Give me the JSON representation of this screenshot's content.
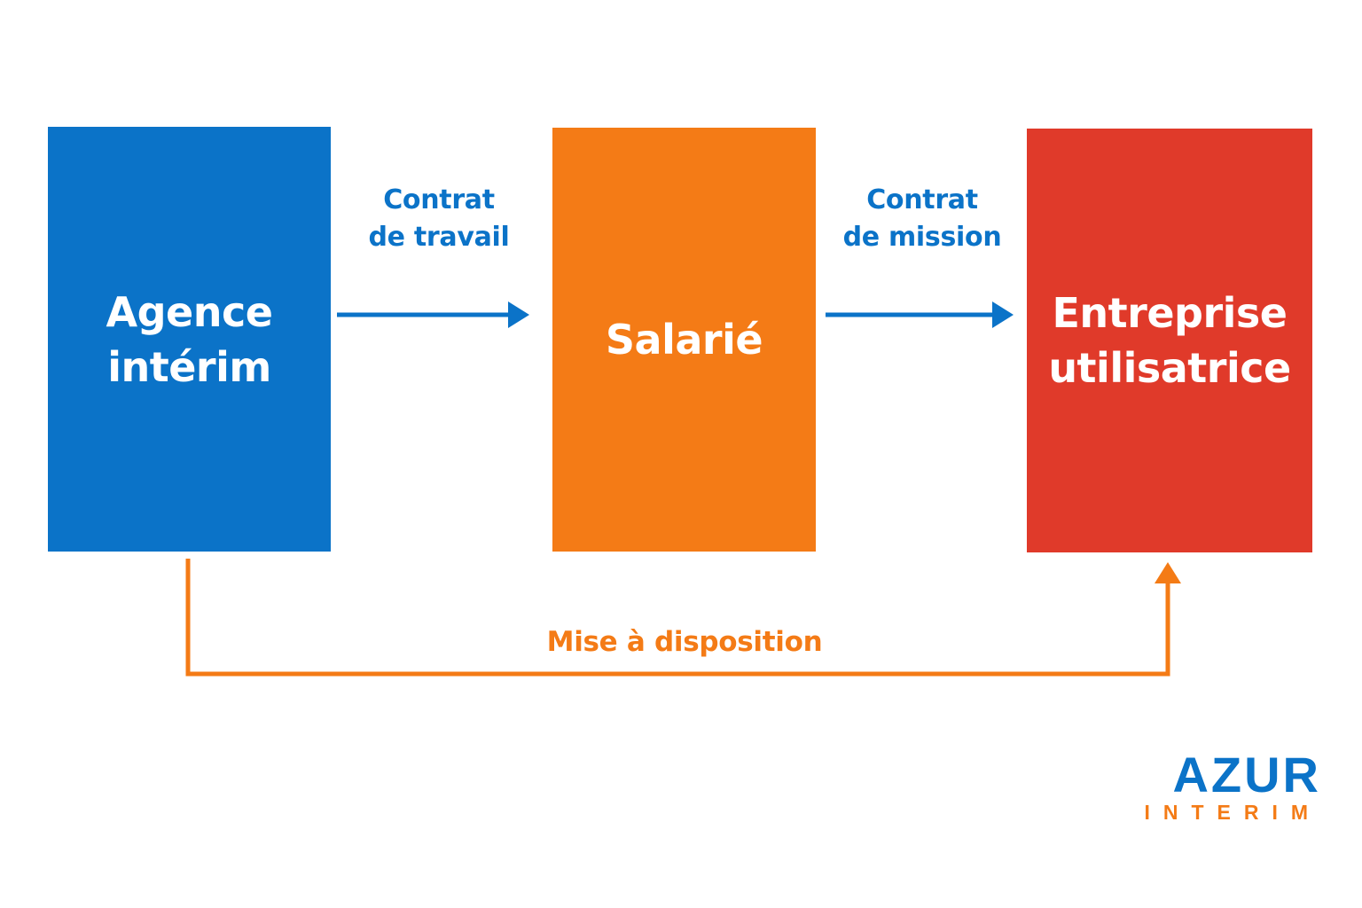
{
  "colors": {
    "blue": "#0B73C8",
    "orange": "#F47B16",
    "red": "#E03A2A",
    "background": "#FFFFFF",
    "box_text": "#FFFFFF"
  },
  "boxes": {
    "agency": {
      "line1": "Agence",
      "line2": "intérim"
    },
    "employee": {
      "label": "Salarié"
    },
    "client": {
      "line1": "Entreprise",
      "line2": "utilisatrice"
    }
  },
  "connections": {
    "work_contract": {
      "line1": "Contrat",
      "line2": "de travail"
    },
    "mission_contract": {
      "line1": "Contrat",
      "line2": "de mission"
    },
    "provision": {
      "label": "Mise à disposition"
    }
  },
  "logo": {
    "name": "AZUR",
    "tagline": "INTERIM"
  }
}
